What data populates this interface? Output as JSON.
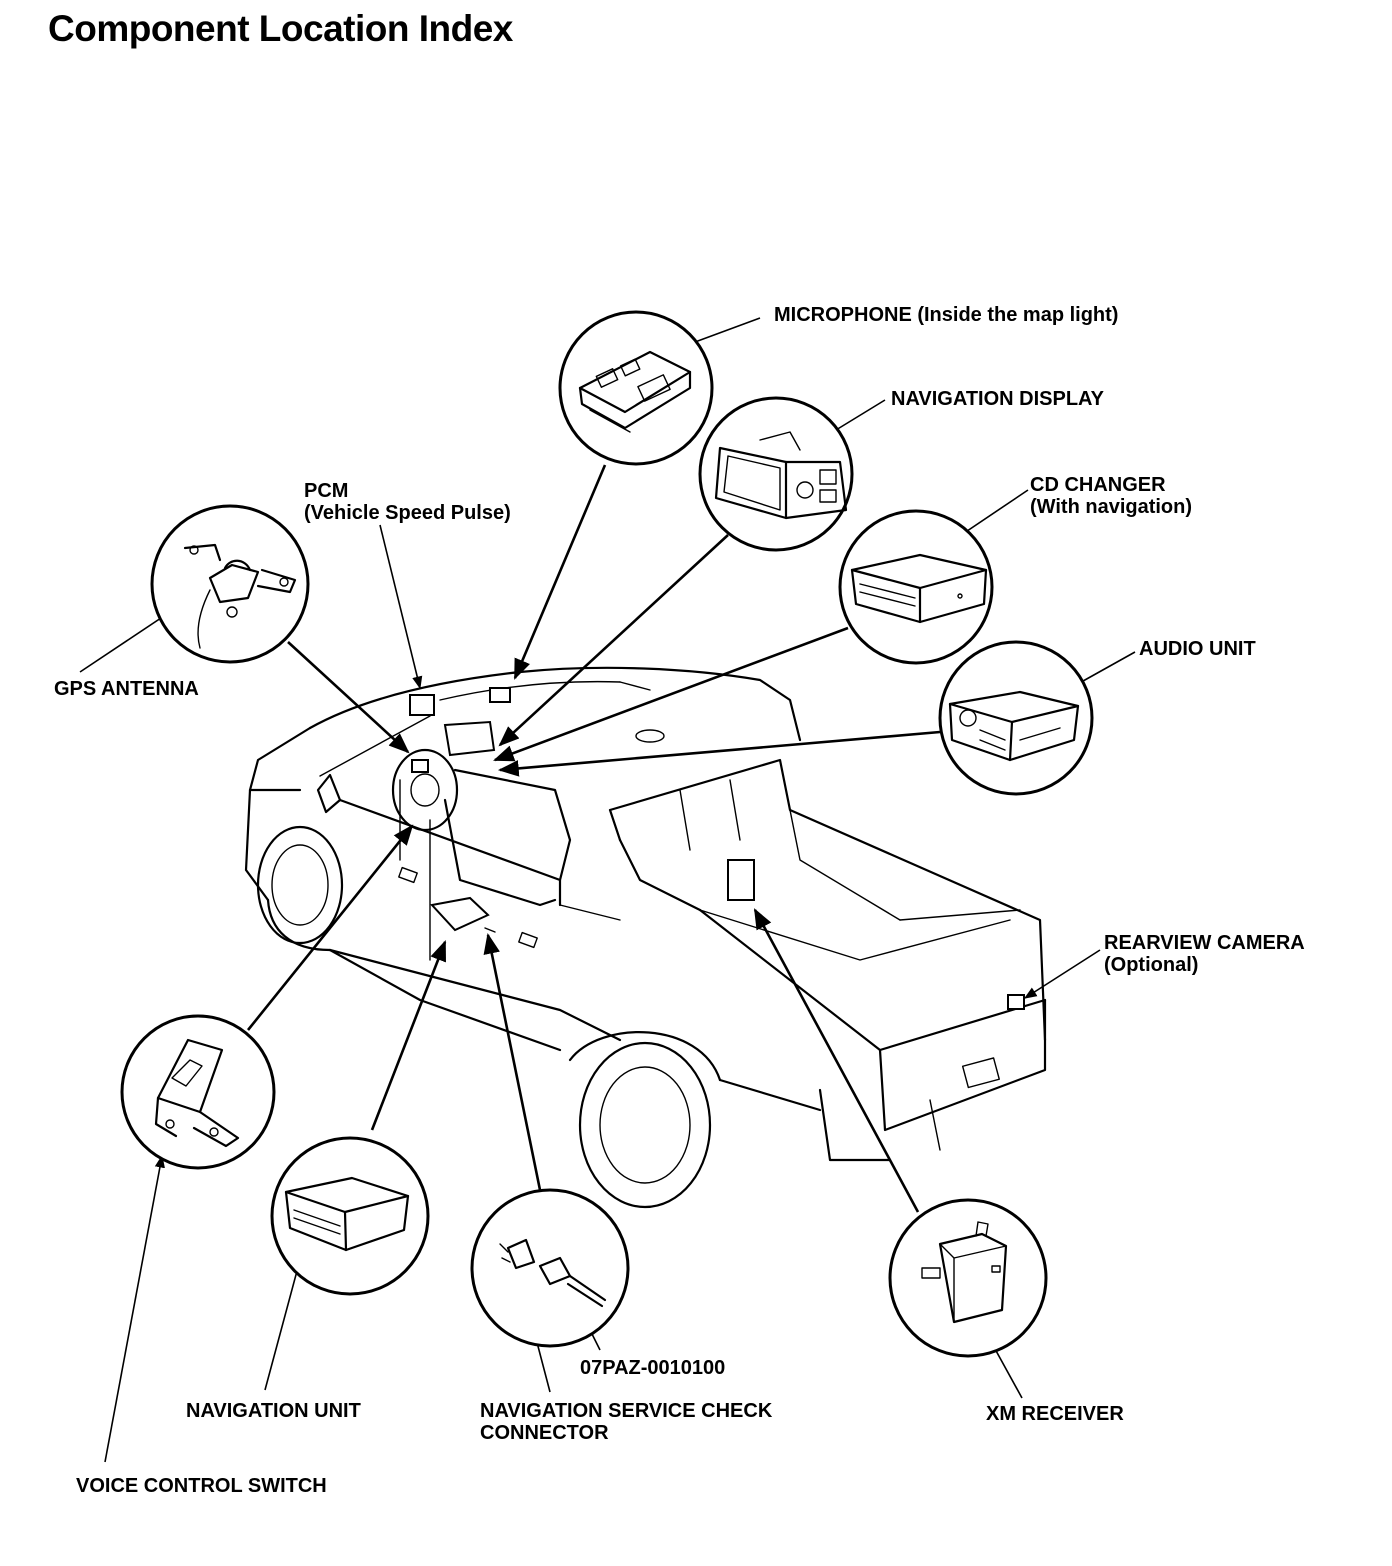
{
  "title": "Component Location Index",
  "labels": {
    "microphone": "MICROPHONE (Inside the map light)",
    "navigation_display": "NAVIGATION DISPLAY",
    "cd_changer_line1": "CD CHANGER",
    "cd_changer_line2": "(With navigation)",
    "pcm_line1": "PCM",
    "pcm_line2": "(Vehicle Speed Pulse)",
    "gps_antenna": "GPS ANTENNA",
    "audio_unit": "AUDIO UNIT",
    "rearview_camera_line1": "REARVIEW CAMERA",
    "rearview_camera_line2": "(Optional)",
    "part_number": "07PAZ-0010100",
    "navigation_unit": "NAVIGATION UNIT",
    "service_check_line1": "NAVIGATION SERVICE CHECK",
    "service_check_line2": "CONNECTOR",
    "xm_receiver": "XM RECEIVER",
    "voice_control_switch": "VOICE CONTROL SWITCH"
  }
}
